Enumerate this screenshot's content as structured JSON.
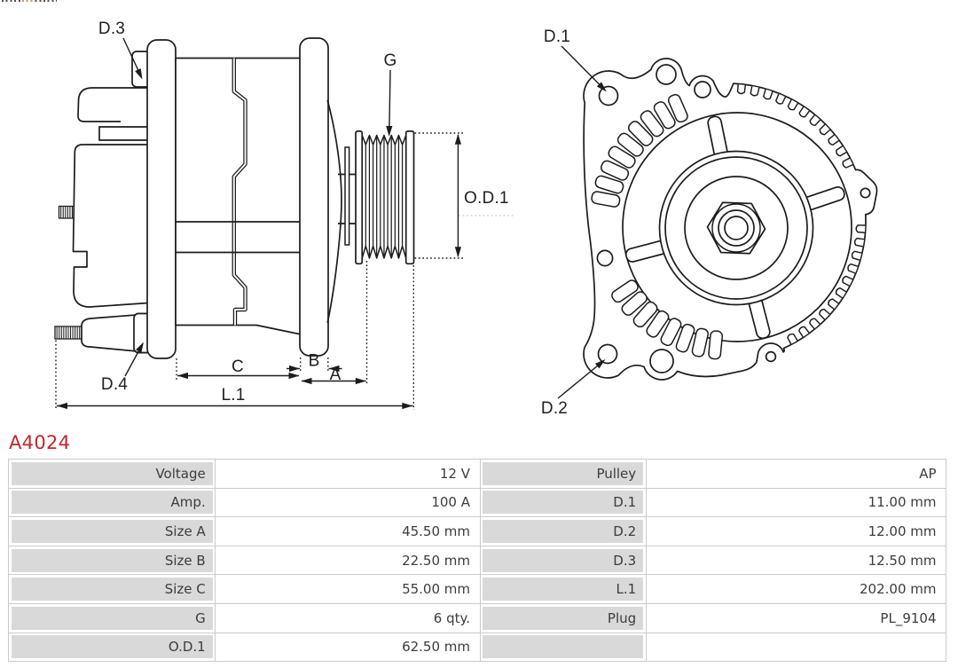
{
  "part_number": {
    "text": "A4024",
    "color": "#c3262c"
  },
  "diagram": {
    "line_color": "#1c1c1c",
    "labels": {
      "d1": "D.1",
      "d2": "D.2",
      "d3": "D.3",
      "d4": "D.4",
      "g": "G",
      "od1": "O.D.1",
      "a": "A",
      "b": "B",
      "c": "C",
      "l1": "L.1"
    }
  },
  "specs": {
    "colors": {
      "label_cell": "#d9d9d9",
      "value_cell": "#ffffff",
      "border": "#cbcbcb",
      "text": "#3c3c3c"
    },
    "rows": [
      {
        "label": "Voltage",
        "value": "12 V",
        "label2": "Pulley",
        "value2": "AP"
      },
      {
        "label": "Amp.",
        "value": "100 A",
        "label2": "D.1",
        "value2": "11.00 mm"
      },
      {
        "label": "Size A",
        "value": "45.50 mm",
        "label2": "D.2",
        "value2": "12.00 mm"
      },
      {
        "label": "Size B",
        "value": "22.50 mm",
        "label2": "D.3",
        "value2": "12.50 mm"
      },
      {
        "label": "Size C",
        "value": "55.00 mm",
        "label2": "L.1",
        "value2": "202.00 mm"
      },
      {
        "label": "G",
        "value": "6 qty.",
        "label2": "Plug",
        "value2": "PL_9104"
      },
      {
        "label": "O.D.1",
        "value": "62.50 mm",
        "label2": "",
        "value2": ""
      }
    ]
  }
}
